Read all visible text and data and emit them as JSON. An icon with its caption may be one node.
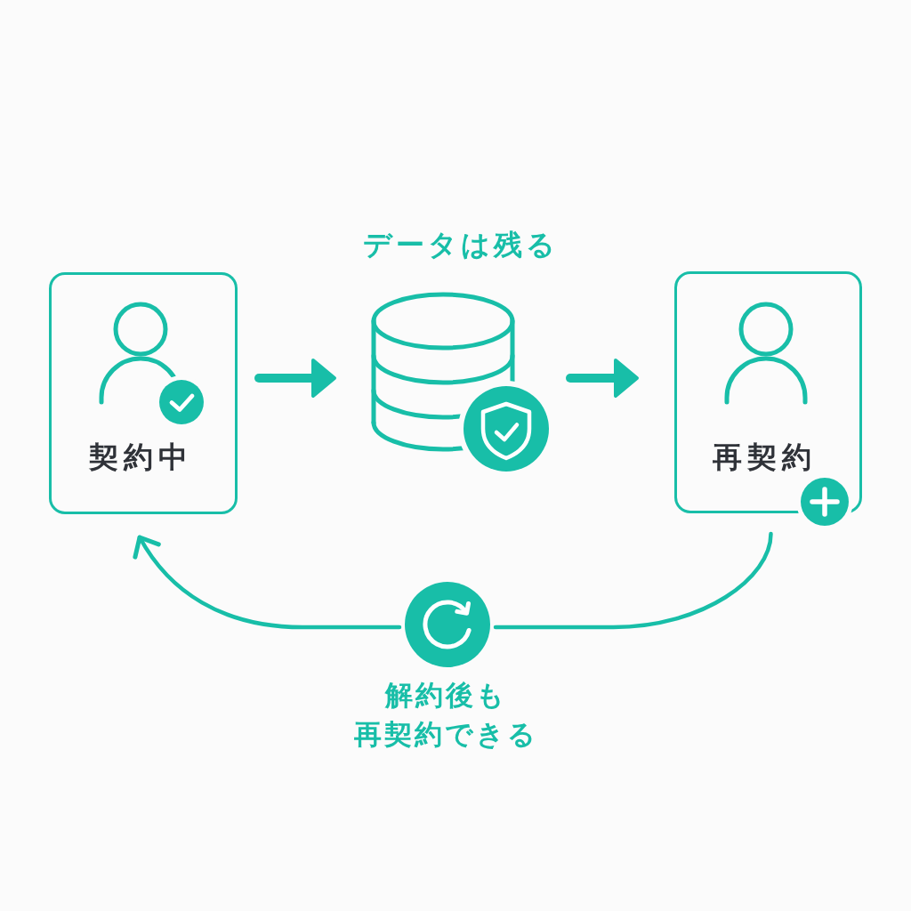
{
  "diagram": {
    "nodes": [
      {
        "text": [
          "契約中"
        ]
      },
      {
        "text": [
          "データは残る"
        ]
      },
      {
        "text": [
          "再契約"
        ]
      },
      {
        "text": [],
        "shape": "circle",
        "beside": [
          "解約後も再契約できる"
        ]
      }
    ],
    "edges": [
      {
        "from": 0,
        "to": 1,
        "arrow": "to",
        "style": "thick"
      },
      {
        "from": 1,
        "to": 2,
        "arrow": "to",
        "style": "thick"
      },
      {
        "from": 2,
        "to": 3,
        "arrow": "none"
      },
      {
        "from": 3,
        "to": 0,
        "arrow": "to"
      }
    ]
  }
}
